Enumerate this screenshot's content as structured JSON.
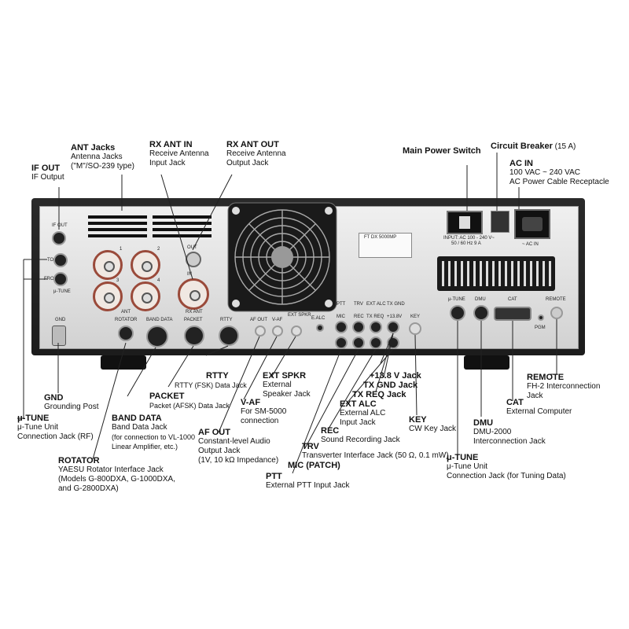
{
  "callouts": {
    "if_out": {
      "title": "IF OUT",
      "desc": "IF Output"
    },
    "ant_jacks": {
      "title": "ANT Jacks",
      "desc1": "Antenna Jacks",
      "desc2": "(\"M\"/SO-239 type)"
    },
    "rx_ant_in": {
      "title": "RX ANT IN",
      "desc1": "Receive Antenna",
      "desc2": "Input Jack"
    },
    "rx_ant_out": {
      "title": "RX ANT OUT",
      "desc1": "Receive Antenna",
      "desc2": "Output Jack"
    },
    "main_power": {
      "title": "Main Power Switch"
    },
    "breaker": {
      "title": "Circuit Breaker",
      "rating": "(15 A)"
    },
    "ac_in": {
      "title": "AC IN",
      "desc1": "100 VAC ~ 240 VAC",
      "desc2": "AC Power Cable Receptacle"
    },
    "gnd": {
      "title": "GND",
      "desc": "Grounding Post"
    },
    "mu_tune_rf": {
      "title": "μ-TUNE",
      "desc1": "μ-Tune Unit",
      "desc2": "Connection Jack (RF)"
    },
    "rotator": {
      "title": "ROTATOR",
      "desc1": "YAESU Rotator Interface Jack",
      "desc2": "(Models G-800DXA, G-1000DXA,",
      "desc3": "and G-2800DXA)"
    },
    "band_data": {
      "title": "BAND DATA",
      "desc1": "Band Data Jack",
      "desc2": "(for connection to VL-1000",
      "desc3": "Linear Amplifier, etc.)"
    },
    "packet": {
      "title": "PACKET",
      "desc": "Packet (AFSK) Data Jack"
    },
    "rtty": {
      "title": "RTTY",
      "desc": "RTTY (FSK) Data Jack"
    },
    "af_out": {
      "title": "AF OUT",
      "desc1": "Constant-level Audio",
      "desc2": "Output Jack",
      "desc3": "(1V, 10 kΩ Impedance)"
    },
    "v_af": {
      "title": "V-AF",
      "desc1": "For SM-5000",
      "desc2": "connection"
    },
    "ext_spkr": {
      "title": "EXT SPKR",
      "desc1": "External",
      "desc2": "Speaker Jack"
    },
    "ptt": {
      "title": "PTT",
      "desc": "External PTT Input Jack"
    },
    "mic": {
      "title": "MIC (PATCH)"
    },
    "trv": {
      "title": "TRV",
      "desc": "Transverter Interface Jack (50 Ω, 0.1 mW)"
    },
    "rec": {
      "title": "REC",
      "desc": "Sound Recording Jack"
    },
    "ext_alc": {
      "title": "EXT ALC",
      "desc1": "External ALC",
      "desc2": "Input Jack"
    },
    "tx_req": {
      "title": "TX REQ Jack"
    },
    "tx_gnd": {
      "title": "TX GND Jack"
    },
    "v138": {
      "title": "+13.8 V Jack"
    },
    "key": {
      "title": "KEY",
      "desc": "CW Key Jack"
    },
    "mu_tune_data": {
      "title": "μ-TUNE",
      "desc1": "μ-Tune Unit",
      "desc2": "Connection Jack (for Tuning Data)"
    },
    "dmu": {
      "title": "DMU",
      "desc1": "DMU-2000",
      "desc2": "Interconnection Jack"
    },
    "cat": {
      "title": "CAT",
      "desc": "External Computer"
    },
    "remote": {
      "title": "REMOTE",
      "desc1": "FH-2 Interconnection",
      "desc2": "Jack"
    }
  },
  "panel": {
    "if_out": "IF OUT",
    "to": "TO",
    "from": "FROM",
    "mu_tune": "μ-TUNE",
    "gnd": "GND",
    "ant": "ANT",
    "rx_ant": "RX ANT",
    "out": "OUT",
    "in": "IN",
    "ant1": "1",
    "ant2": "2",
    "ant3": "3",
    "ant4": "4",
    "rotator": "ROTATOR",
    "band_data": "BAND DATA",
    "packet": "PACKET",
    "rtty": "RTTY",
    "af_out": "AF OUT",
    "v_af": "V-AF",
    "ext_spkr": "EXT SPKR",
    "e_alc": "E.ALC",
    "ptt": "PTT",
    "trv": "TRV",
    "ext_alc": "EXT ALC",
    "tx_gnd": "TX GND",
    "mic": "MIC",
    "rec": "REC",
    "tx_req": "TX REQ",
    "v138": "+13.8V",
    "key": "KEY",
    "label_model": "FT DX 5000MP",
    "input": "INPUT: AC 100 - 240 V~",
    "input2": "50 / 60 Hz 9 A",
    "ac_in": "~ AC IN",
    "mu_tune2": "μ-TUNE",
    "dmu": "DMU",
    "cat": "CAT",
    "remote": "REMOTE",
    "pgm": "PGM"
  },
  "colors": {
    "panel": "#1c1c1c",
    "face": "#e2e2e2",
    "so239_ring": "#9a4a3a",
    "lines": "#222222"
  }
}
